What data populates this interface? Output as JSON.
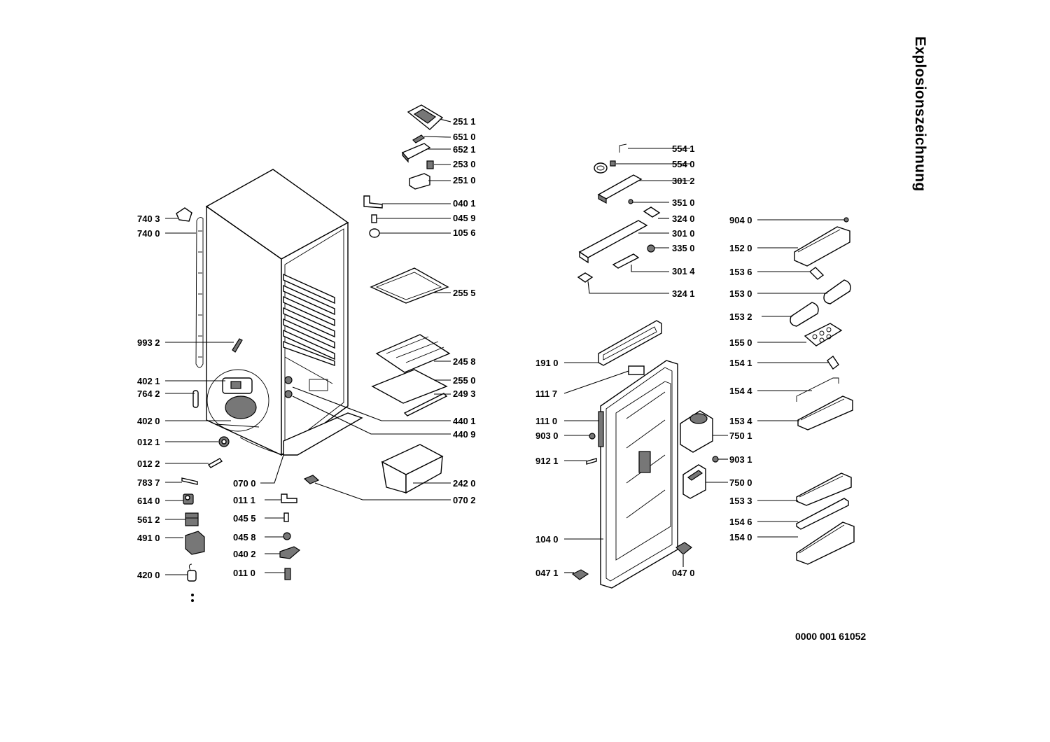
{
  "title": "Explosionszeichnung",
  "document_number": "0000 001 61052",
  "labels": [
    "251 1",
    "651 0",
    "652 1",
    "253 0",
    "251 0",
    "040 1",
    "045 9",
    "105 6",
    "255 5",
    "245 8",
    "255 0",
    "249 3",
    "440 1",
    "440 9",
    "242 0",
    "070 2",
    "740 3",
    "740 0",
    "993 2",
    "402 1",
    "764 2",
    "402 0",
    "012 1",
    "012 2",
    "783 7",
    "614 0",
    "561 2",
    "491 0",
    "420 0",
    "070 0",
    "011 1",
    "045 5",
    "045 8",
    "040 2",
    "011 0",
    "554 1",
    "554 0",
    "301 2",
    "351 0",
    "324 0",
    "301 0",
    "335 0",
    "301 4",
    "324 1",
    "191 0",
    "111 7",
    "111 0",
    "903 0",
    "912 1",
    "104 0",
    "047 1",
    "047 0",
    "750 1",
    "903 1",
    "750 0",
    "904 0",
    "152 0",
    "153 6",
    "153 0",
    "153 2",
    "155 0",
    "154 1",
    "154 4",
    "153 4",
    "153 3",
    "154 6",
    "154 0"
  ]
}
